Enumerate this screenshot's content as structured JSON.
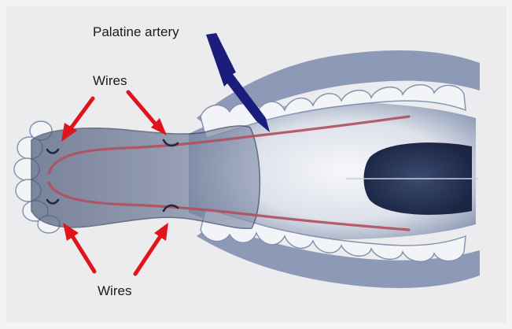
{
  "labels": {
    "palatine_artery": "Palatine artery",
    "wires_top": "Wires",
    "wires_bottom": "Wires"
  },
  "colors": {
    "background": "#f4f4f4",
    "illustration_panel": "#e9eaee",
    "teeth": "#f1f2f6",
    "tooth_shading": "#7d8aa6",
    "gum_blue": "#56688f",
    "cast_overlay": "#5d6a86",
    "artery_line": "#b34f5e",
    "tongue_dark": "#243254",
    "wire_arrow": "#e0141b",
    "artery_arrow": "#1a1e7a"
  },
  "icons": {
    "wire_arrows": "red-arrow-icon",
    "artery_arrow": "lightning-arrow-icon"
  }
}
